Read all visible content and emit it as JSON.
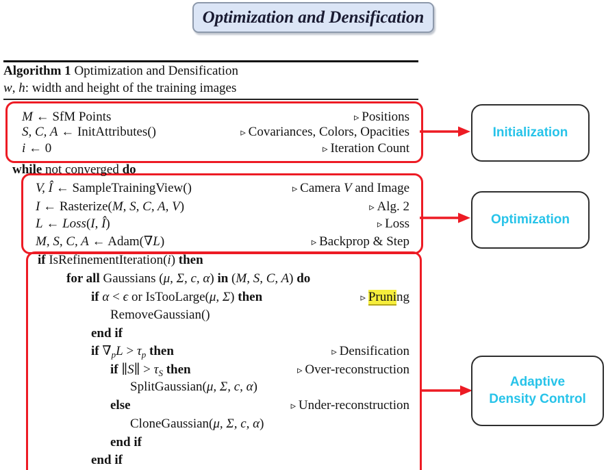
{
  "title": "Optimization and Densification",
  "algorithm": {
    "header_label": "Algorithm 1",
    "header_title": " Optimization and Densification",
    "subtitle": [
      {
        "t": "w",
        "s": "i"
      },
      {
        "t": ", ",
        "s": "n"
      },
      {
        "t": "h",
        "s": "i"
      },
      {
        "t": ": width and height of the training images",
        "s": "n"
      }
    ]
  },
  "comment_marker": "▹",
  "code": [
    {
      "g": "b1",
      "lvl": 0,
      "segs": [
        {
          "t": "M",
          "s": "i"
        },
        {
          "t": " ← SfM Points",
          "s": "n"
        }
      ],
      "comment": [
        {
          "t": "Positions",
          "s": "n"
        }
      ]
    },
    {
      "g": "b1",
      "lvl": 0,
      "segs": [
        {
          "t": "S, C, A",
          "s": "i"
        },
        {
          "t": " ← InitAttributes()",
          "s": "n"
        }
      ],
      "comment": [
        {
          "t": "Covariances, Colors, Opacities",
          "s": "n"
        }
      ]
    },
    {
      "g": "b1",
      "lvl": 0,
      "segs": [
        {
          "t": "i",
          "s": "i"
        },
        {
          "t": " ← 0",
          "s": "n"
        }
      ],
      "comment": [
        {
          "t": "Iteration Count",
          "s": "n"
        }
      ]
    },
    {
      "g": "w",
      "lvl": 0,
      "segs": [
        {
          "t": "while",
          "s": "b"
        },
        {
          "t": " not converged ",
          "s": "n"
        },
        {
          "t": "do",
          "s": "b"
        }
      ]
    },
    {
      "g": "b2",
      "lvl": 1,
      "segs": [
        {
          "t": "V, Î",
          "s": "i"
        },
        {
          "t": " ← SampleTrainingView()",
          "s": "n"
        }
      ],
      "comment": [
        {
          "t": "Camera ",
          "s": "n"
        },
        {
          "t": "V",
          "s": "i"
        },
        {
          "t": " and Image",
          "s": "n"
        }
      ]
    },
    {
      "g": "b2",
      "lvl": 1,
      "segs": [
        {
          "t": "I",
          "s": "i"
        },
        {
          "t": " ← Rasterize(",
          "s": "n"
        },
        {
          "t": "M, S, C, A, V",
          "s": "i"
        },
        {
          "t": ")",
          "s": "n"
        }
      ],
      "comment": [
        {
          "t": "Alg. 2",
          "s": "n"
        }
      ]
    },
    {
      "g": "b2",
      "lvl": 1,
      "segs": [
        {
          "t": "L",
          "s": "i"
        },
        {
          "t": " ← ",
          "s": "n"
        },
        {
          "t": "Loss",
          "s": "i"
        },
        {
          "t": "(",
          "s": "n"
        },
        {
          "t": "I",
          "s": "i"
        },
        {
          "t": ", ",
          "s": "n"
        },
        {
          "t": "Î",
          "s": "i"
        },
        {
          "t": ")",
          "s": "n"
        }
      ],
      "comment": [
        {
          "t": "Loss",
          "s": "n"
        }
      ]
    },
    {
      "g": "b2",
      "lvl": 1,
      "segs": [
        {
          "t": "M, S, C, A",
          "s": "i"
        },
        {
          "t": " ← Adam(∇",
          "s": "n"
        },
        {
          "t": "L",
          "s": "i"
        },
        {
          "t": ")",
          "s": "n"
        }
      ],
      "comment": [
        {
          "t": "Backprop & Step",
          "s": "n"
        }
      ]
    },
    {
      "g": "b3",
      "lvl": 1,
      "segs": [
        {
          "t": "if",
          "s": "b"
        },
        {
          "t": " IsRefinementIteration(",
          "s": "n"
        },
        {
          "t": "i",
          "s": "i"
        },
        {
          "t": ") ",
          "s": "n"
        },
        {
          "t": "then",
          "s": "b"
        }
      ]
    },
    {
      "g": "b3",
      "lvl": 2,
      "segs": [
        {
          "t": "for all",
          "s": "b"
        },
        {
          "t": " Gaussians (",
          "s": "n"
        },
        {
          "t": "μ, Σ, c, α",
          "s": "i"
        },
        {
          "t": ") ",
          "s": "n"
        },
        {
          "t": "in",
          "s": "b"
        },
        {
          "t": " (",
          "s": "n"
        },
        {
          "t": "M, S, C, A",
          "s": "i"
        },
        {
          "t": ") ",
          "s": "n"
        },
        {
          "t": "do",
          "s": "b"
        }
      ]
    },
    {
      "g": "b3",
      "lvl": 3,
      "segs": [
        {
          "t": "if",
          "s": "b"
        },
        {
          "t": " ",
          "s": "n"
        },
        {
          "t": "α",
          "s": "i"
        },
        {
          "t": " < ",
          "s": "n"
        },
        {
          "t": "ϵ",
          "s": "i"
        },
        {
          "t": " or IsTooLarge(",
          "s": "n"
        },
        {
          "t": "μ, Σ",
          "s": "i"
        },
        {
          "t": ") ",
          "s": "n"
        },
        {
          "t": "then",
          "s": "b"
        }
      ],
      "comment": [
        {
          "t": "Pruni",
          "s": "hl"
        },
        {
          "t": "ng",
          "s": "n"
        }
      ]
    },
    {
      "g": "b3",
      "lvl": 4,
      "segs": [
        {
          "t": "RemoveGaussian()",
          "s": "n"
        }
      ]
    },
    {
      "g": "b3",
      "lvl": 3,
      "segs": [
        {
          "t": "end if",
          "s": "b"
        }
      ]
    },
    {
      "g": "b3",
      "lvl": 3,
      "segs": [
        {
          "t": "if",
          "s": "b"
        },
        {
          "t": " ∇",
          "s": "n"
        },
        {
          "t": "p",
          "s": "sub"
        },
        {
          "t": "L",
          "s": "i"
        },
        {
          "t": " > ",
          "s": "n"
        },
        {
          "t": "τ",
          "s": "i"
        },
        {
          "t": "p",
          "s": "sub"
        },
        {
          "t": " ",
          "s": "n"
        },
        {
          "t": "then",
          "s": "b"
        }
      ],
      "comment": [
        {
          "t": "Densification",
          "s": "n"
        }
      ]
    },
    {
      "g": "b3",
      "lvl": 4,
      "segs": [
        {
          "t": "if",
          "s": "b"
        },
        {
          "t": " ∥",
          "s": "n"
        },
        {
          "t": "S",
          "s": "i"
        },
        {
          "t": "∥ > ",
          "s": "n"
        },
        {
          "t": "τ",
          "s": "i"
        },
        {
          "t": "S",
          "s": "sub"
        },
        {
          "t": " ",
          "s": "n"
        },
        {
          "t": "then",
          "s": "b"
        }
      ],
      "comment": [
        {
          "t": "Over-reconstruction",
          "s": "n"
        }
      ]
    },
    {
      "g": "b3",
      "lvl": 5,
      "segs": [
        {
          "t": "SplitGaussian(",
          "s": "n"
        },
        {
          "t": "μ, Σ, c, α",
          "s": "i"
        },
        {
          "t": ")",
          "s": "n"
        }
      ]
    },
    {
      "g": "b3",
      "lvl": 4,
      "segs": [
        {
          "t": "else",
          "s": "b"
        }
      ],
      "comment": [
        {
          "t": "Under-reconstruction",
          "s": "n"
        }
      ]
    },
    {
      "g": "b3",
      "lvl": 5,
      "segs": [
        {
          "t": "CloneGaussian(",
          "s": "n"
        },
        {
          "t": "μ, Σ, c, α",
          "s": "i"
        },
        {
          "t": ")",
          "s": "n"
        }
      ]
    },
    {
      "g": "b3",
      "lvl": 4,
      "segs": [
        {
          "t": "end if",
          "s": "b"
        }
      ]
    },
    {
      "g": "b3",
      "lvl": 3,
      "segs": [
        {
          "t": "end if",
          "s": "b"
        }
      ]
    }
  ],
  "labels": {
    "initialization": "Initialization",
    "optimization": "Optimization",
    "adaptive_line1": "Adaptive",
    "adaptive_line2": "Density Control"
  },
  "colors": {
    "box_red": "#ed1b24",
    "label_cyan": "#27c3e9",
    "title_bg": "#dbe5f6",
    "title_border": "#8d99ab",
    "highlight_yellow": "#f6ee3c"
  }
}
